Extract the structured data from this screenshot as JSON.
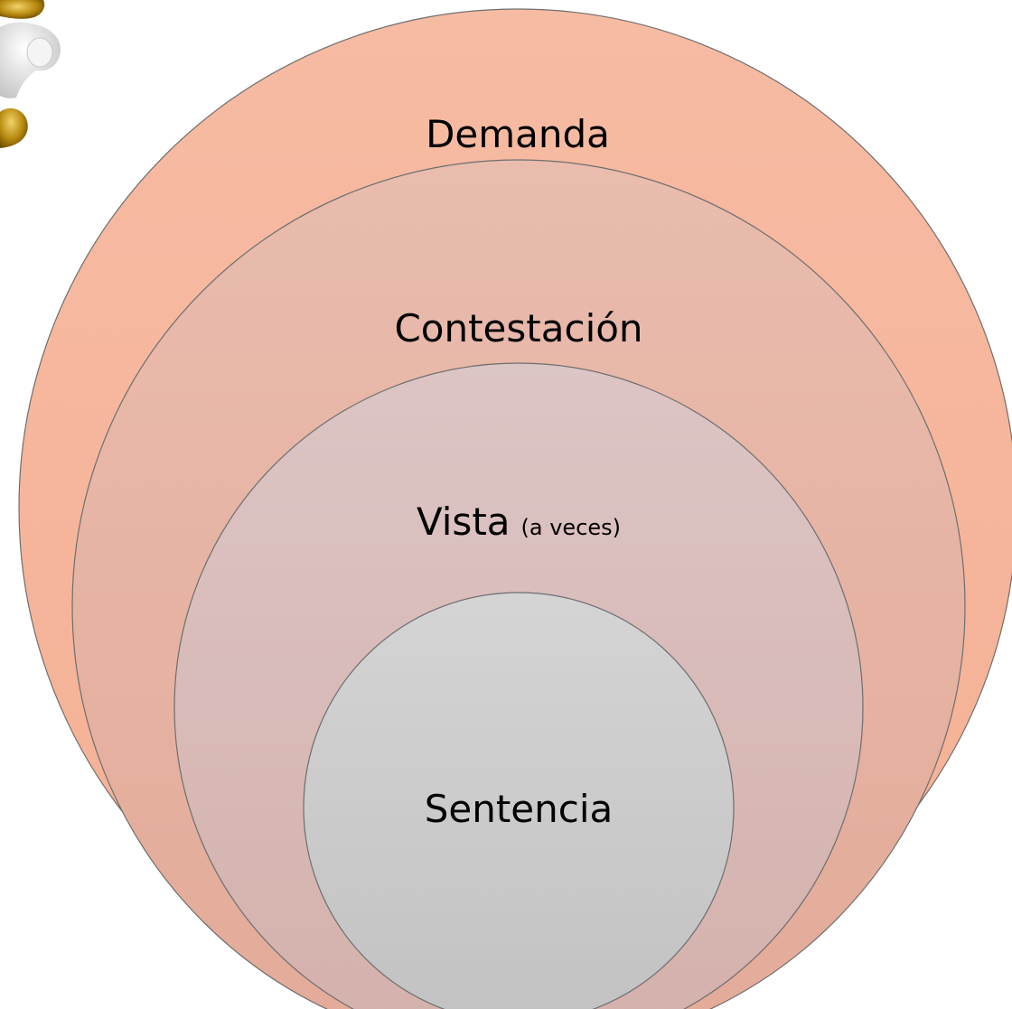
{
  "diagram": {
    "rings": [
      {
        "id": "demanda",
        "label": "Demanda",
        "note": "",
        "fill_top": "#f6bba3",
        "fill_bottom": "#f5b094"
      },
      {
        "id": "contestacion",
        "label": "Contestación",
        "note": "",
        "fill_top": "#e9bcae",
        "fill_bottom": "#e3aa98"
      },
      {
        "id": "vista",
        "label": "Vista",
        "note": "(a veces)",
        "fill_top": "#dcc5c5",
        "fill_bottom": "#d4b0ab"
      },
      {
        "id": "sentencia",
        "label": "Sentencia",
        "note": "",
        "fill_top": "#d2d2d2",
        "fill_bottom": "#c4c4c4"
      }
    ],
    "stroke_color": "#6e6e6e",
    "decoration": {
      "name": "3d-figure-icon",
      "colors": [
        "#a07a10",
        "#e8e8e8"
      ]
    }
  }
}
